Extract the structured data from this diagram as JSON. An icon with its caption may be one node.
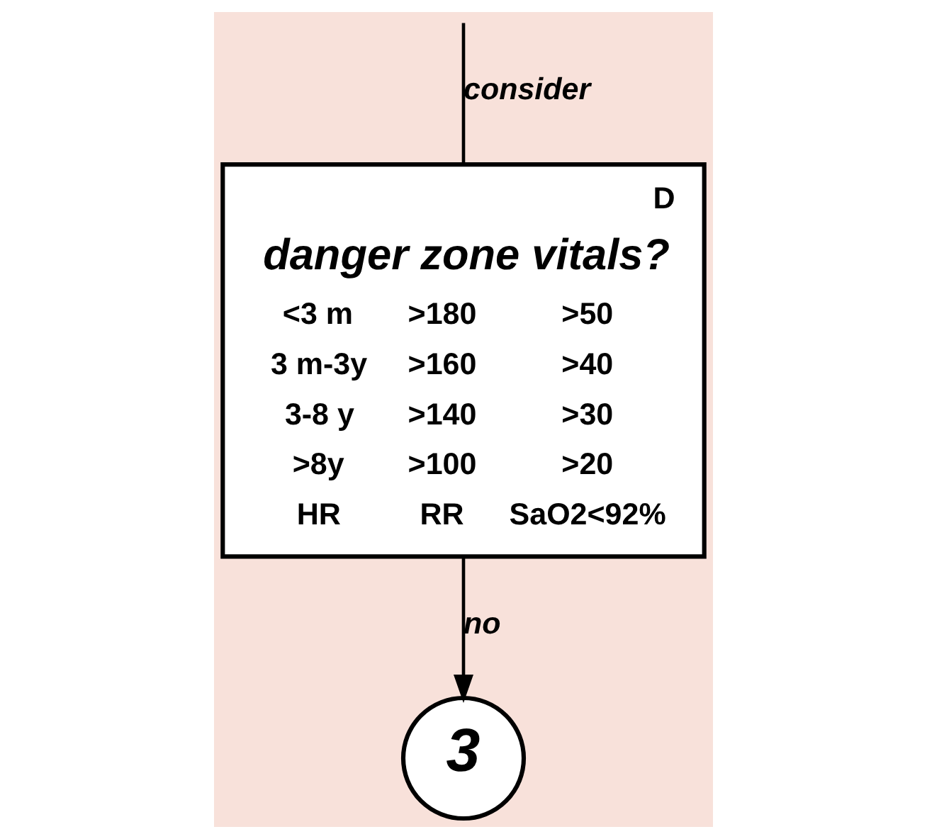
{
  "diagram": {
    "nodes": [
      {
        "text": [
          "D",
          "danger zone vitals?",
          "<3 m",
          ">180",
          ">50",
          "3 m-3y",
          ">160",
          ">40",
          "3-8 y",
          ">140",
          ">30",
          ">8y",
          ">100",
          ">20",
          "HR",
          "RR",
          "SaO2<92%"
        ]
      },
      {
        "text": [
          "3"
        ]
      }
    ],
    "edges": [
      {
        "from": 0,
        "to": null,
        "arrow": "none",
        "label": "consider"
      },
      {
        "from": 0,
        "to": 1,
        "arrow": "to",
        "label": "no"
      }
    ]
  }
}
